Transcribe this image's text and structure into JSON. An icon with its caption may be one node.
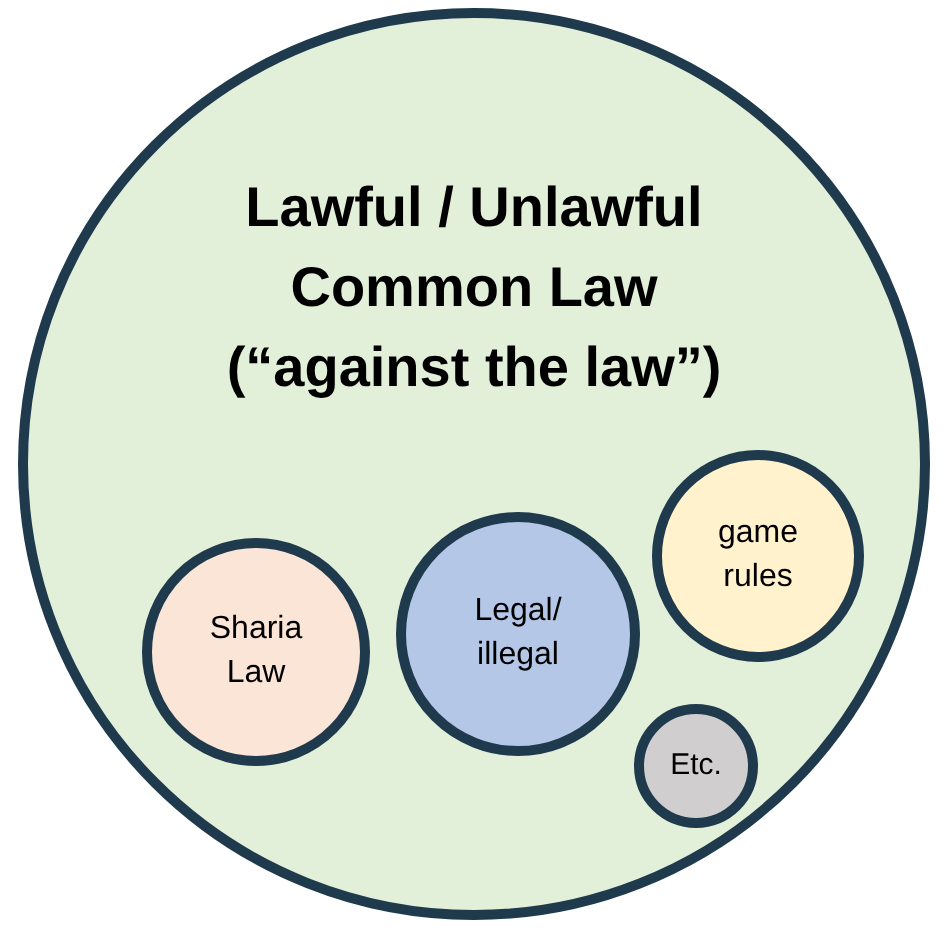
{
  "diagram": {
    "nodes": [
      {
        "text": [
          "Lawful / Unlawful Common Law (“against the law”)"
        ]
      },
      {
        "text": [
          "Sharia Law"
        ],
        "in": 0
      },
      {
        "text": [
          "Legal/ illegal"
        ],
        "in": 0
      },
      {
        "text": [
          "game rules"
        ],
        "in": 0
      },
      {
        "text": [
          "Etc."
        ],
        "in": 0
      }
    ]
  }
}
